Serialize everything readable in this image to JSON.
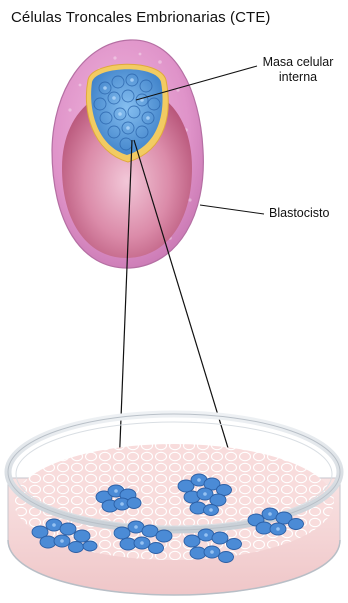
{
  "title": "Células Troncales Embrionarias (CTE)",
  "labels": {
    "masa_line1": "Masa celular",
    "masa_line2": "interna",
    "blastocisto": "Blastocisto"
  },
  "icons": {
    "blastocyst": "blastocyst-illustration",
    "petri_dish": "petri-dish-illustration"
  },
  "colors": {
    "blastocyst_outer": "#d98fc4",
    "blastocyst_cavity": "#c8607f",
    "inner_cell_mass": "#4d8ed3",
    "yolk_rim": "#f0c85a",
    "dish_cells": "#3a7cc9",
    "dish_bg": "#f6d6d6"
  }
}
